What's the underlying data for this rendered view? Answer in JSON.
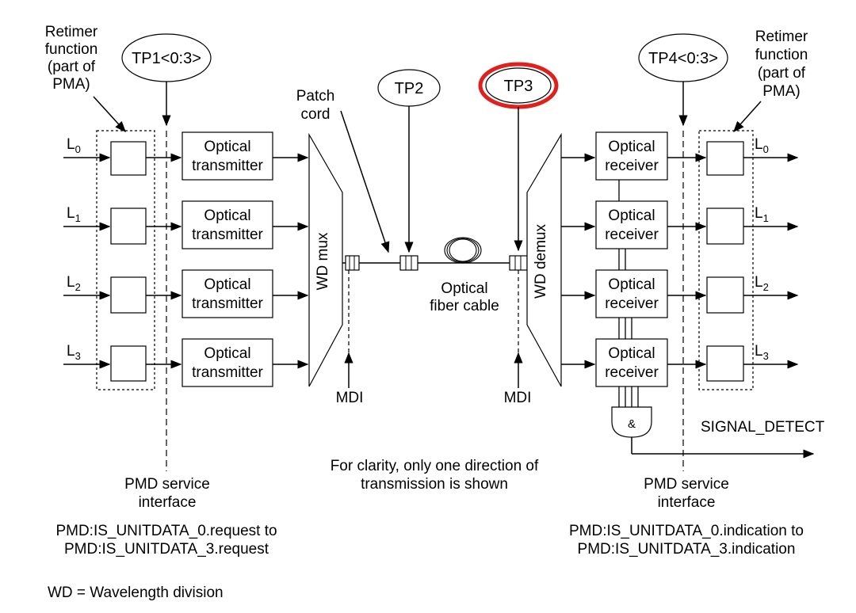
{
  "retimer_left": [
    "Retimer",
    "function",
    "(part of",
    "PMA)"
  ],
  "retimer_right": [
    "Retimer",
    "function",
    "(part of",
    "PMA)"
  ],
  "tp1": "TP1<0:3>",
  "tp2": "TP2",
  "tp3": "TP3",
  "tp4": "TP4<0:3>",
  "patch_cord": [
    "Patch",
    "cord"
  ],
  "transmitter": [
    "Optical",
    "transmitter"
  ],
  "receiver": [
    "Optical",
    "receiver"
  ],
  "wd_mux": "WD mux",
  "wd_demux": "WD demux",
  "lane_main": "L",
  "lanes": [
    "0",
    "1",
    "2",
    "3"
  ],
  "fiber": [
    "Optical",
    "fiber cable"
  ],
  "mdi_left": "MDI",
  "mdi_right": "MDI",
  "and_symbol": "&",
  "signal_detect": "SIGNAL_DETECT",
  "clarity_note": [
    "For clarity, only one direction of",
    "transmission is shown"
  ],
  "pmd_left": [
    "PMD service",
    "interface"
  ],
  "pmd_right": [
    "PMD service",
    "interface"
  ],
  "request_text": [
    "PMD:IS_UNITDATA_0.request to",
    "PMD:IS_UNITDATA_3.request"
  ],
  "indication_text": [
    "PMD:IS_UNITDATA_0.indication to",
    "PMD:IS_UNITDATA_3.indication"
  ],
  "legend": "WD = Wavelength division",
  "colors": {
    "line": "#000000",
    "highlight": "#e0201c"
  }
}
